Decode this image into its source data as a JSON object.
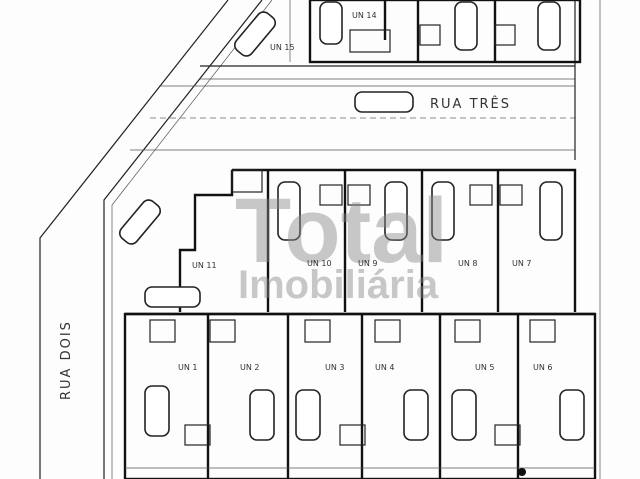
{
  "streets": {
    "rua_tres": "RUA TRÊS",
    "rua_dois": "RUA DOIS"
  },
  "units": {
    "un1": "UN 1",
    "un2": "UN 2",
    "un3": "UN 3",
    "un4": "UN 4",
    "un5": "UN 5",
    "un6": "UN 6",
    "un7": "UN 7",
    "un8": "UN 8",
    "un9": "UN 9",
    "un10": "UN 10",
    "un11": "UN 11",
    "un14": "UN 14",
    "un15": "UN 15"
  },
  "watermark": {
    "line1": "Total",
    "line2": "Imobiliária"
  },
  "colors": {
    "lines": "#222222",
    "watermark": "#888888"
  }
}
